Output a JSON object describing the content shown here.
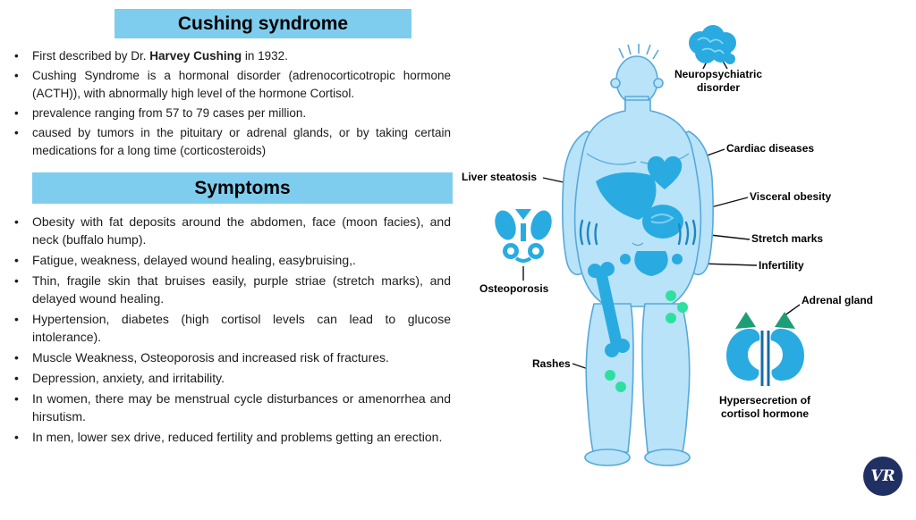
{
  "left": {
    "title": "Cushing syndrome",
    "about_bullets": [
      [
        {
          "text": "First described by Dr. ",
          "bold": false
        },
        {
          "text": "Harvey Cushing",
          "bold": true
        },
        {
          "text": " in 1932.",
          "bold": false
        }
      ],
      [
        {
          "text": "Cushing Syndrome is a hormonal disorder (adrenocorticotropic hormone (ACTH)), with abnormally high level of the hormone Cortisol.",
          "bold": false
        }
      ],
      [
        {
          "text": "prevalence ranging from 57 to 79 cases per million.",
          "bold": false
        }
      ],
      [
        {
          "text": "caused by tumors in the pituitary or adrenal glands, or by taking certain medications for a long time (corticosteroids)",
          "bold": false
        }
      ]
    ],
    "symptoms_title": "Symptoms",
    "symptom_bullets": [
      "Obesity with fat deposits around the abdomen, face (moon facies), and neck (buffalo hump).",
      "Fatigue, weakness, delayed wound healing, easybruising,.",
      "Thin, fragile skin that bruises easily, purple striae (stretch marks), and delayed wound healing.",
      "Hypertension, diabetes (high cortisol levels can lead to glucose intolerance).",
      "Muscle Weakness, Osteoporosis and increased risk of fractures.",
      "Depression, anxiety, and irritability.",
      "In women, there may be menstrual cycle disturbances or amenorrhea and hirsutism.",
      "In men, lower sex drive, reduced fertility and problems getting an erection."
    ]
  },
  "diagram": {
    "labels": {
      "neuropsychiatric": "Neuropsychiatric disorder",
      "cardiac": "Cardiac diseases",
      "liver": "Liver steatosis",
      "visceral": "Visceral obesity",
      "stretch": "Stretch marks",
      "infertility": "Infertility",
      "osteoporosis": "Osteoporosis",
      "adrenal": "Adrenal gland",
      "rashes": "Rashes",
      "hypersecretion": "Hypersecretion of cortisol hormone"
    },
    "logo": "VR"
  },
  "colors": {
    "banner_blue": "#7fcdee",
    "body_fill": "#b9e3f9",
    "body_outline": "#57a9d9",
    "organ_blue": "#29abe2",
    "rash_green": "#2ee0a0",
    "adrenal_green": "#1e9e77",
    "logo_navy": "#203063"
  }
}
